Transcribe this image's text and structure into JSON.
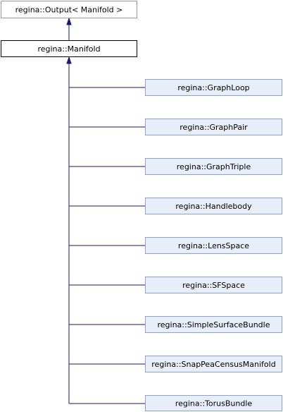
{
  "diagram": {
    "colors": {
      "edge": "#191970",
      "box_fill_top": "#ffffff",
      "box_fill_derived": "#e8eef8",
      "box_border_top": "#999999",
      "box_border_manifold": "#000000",
      "box_border_derived": "#8aa4c8",
      "text": "#000000"
    },
    "nodes": {
      "output": {
        "label": "regina::Output< Manifold >"
      },
      "manifold": {
        "label": "regina::Manifold"
      },
      "derived": [
        {
          "label": "regina::GraphLoop"
        },
        {
          "label": "regina::GraphPair"
        },
        {
          "label": "regina::GraphTriple"
        },
        {
          "label": "regina::Handlebody"
        },
        {
          "label": "regina::LensSpace"
        },
        {
          "label": "regina::SFSpace"
        },
        {
          "label": "regina::SimpleSurfaceBundle"
        },
        {
          "label": "regina::SnapPeaCensusManifold"
        },
        {
          "label": "regina::TorusBundle"
        }
      ]
    }
  }
}
